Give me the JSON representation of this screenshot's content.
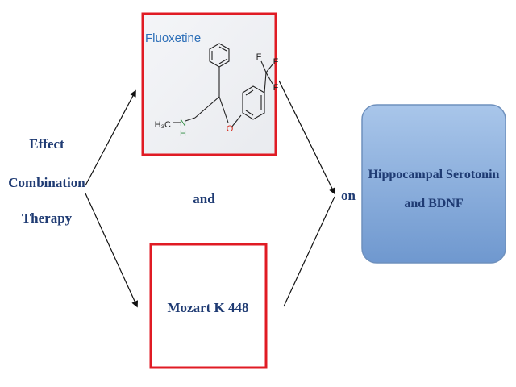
{
  "left_label": {
    "lines": [
      "Effect",
      "Combination",
      "Therapy"
    ]
  },
  "top_box": {
    "title": "Fluoxetine",
    "atoms": {
      "amine": "H₃C",
      "nitrogen": "N",
      "hydrogen": "H",
      "oxygen": "O",
      "fluorine_1": "F",
      "fluorine_2": "F",
      "fluorine_3": "F"
    }
  },
  "connector_word": "and",
  "bottom_box": {
    "label": "Mozart K 448"
  },
  "on_word": "on",
  "result_box": {
    "line1": "Hippocampal Serotonin",
    "line2": "and BDNF"
  },
  "colors": {
    "box_border": "#e01b24",
    "result_fill": "#7ea6d9",
    "result_border": "#6e90bd",
    "text": "#1f3b73",
    "arrow": "#111111"
  }
}
